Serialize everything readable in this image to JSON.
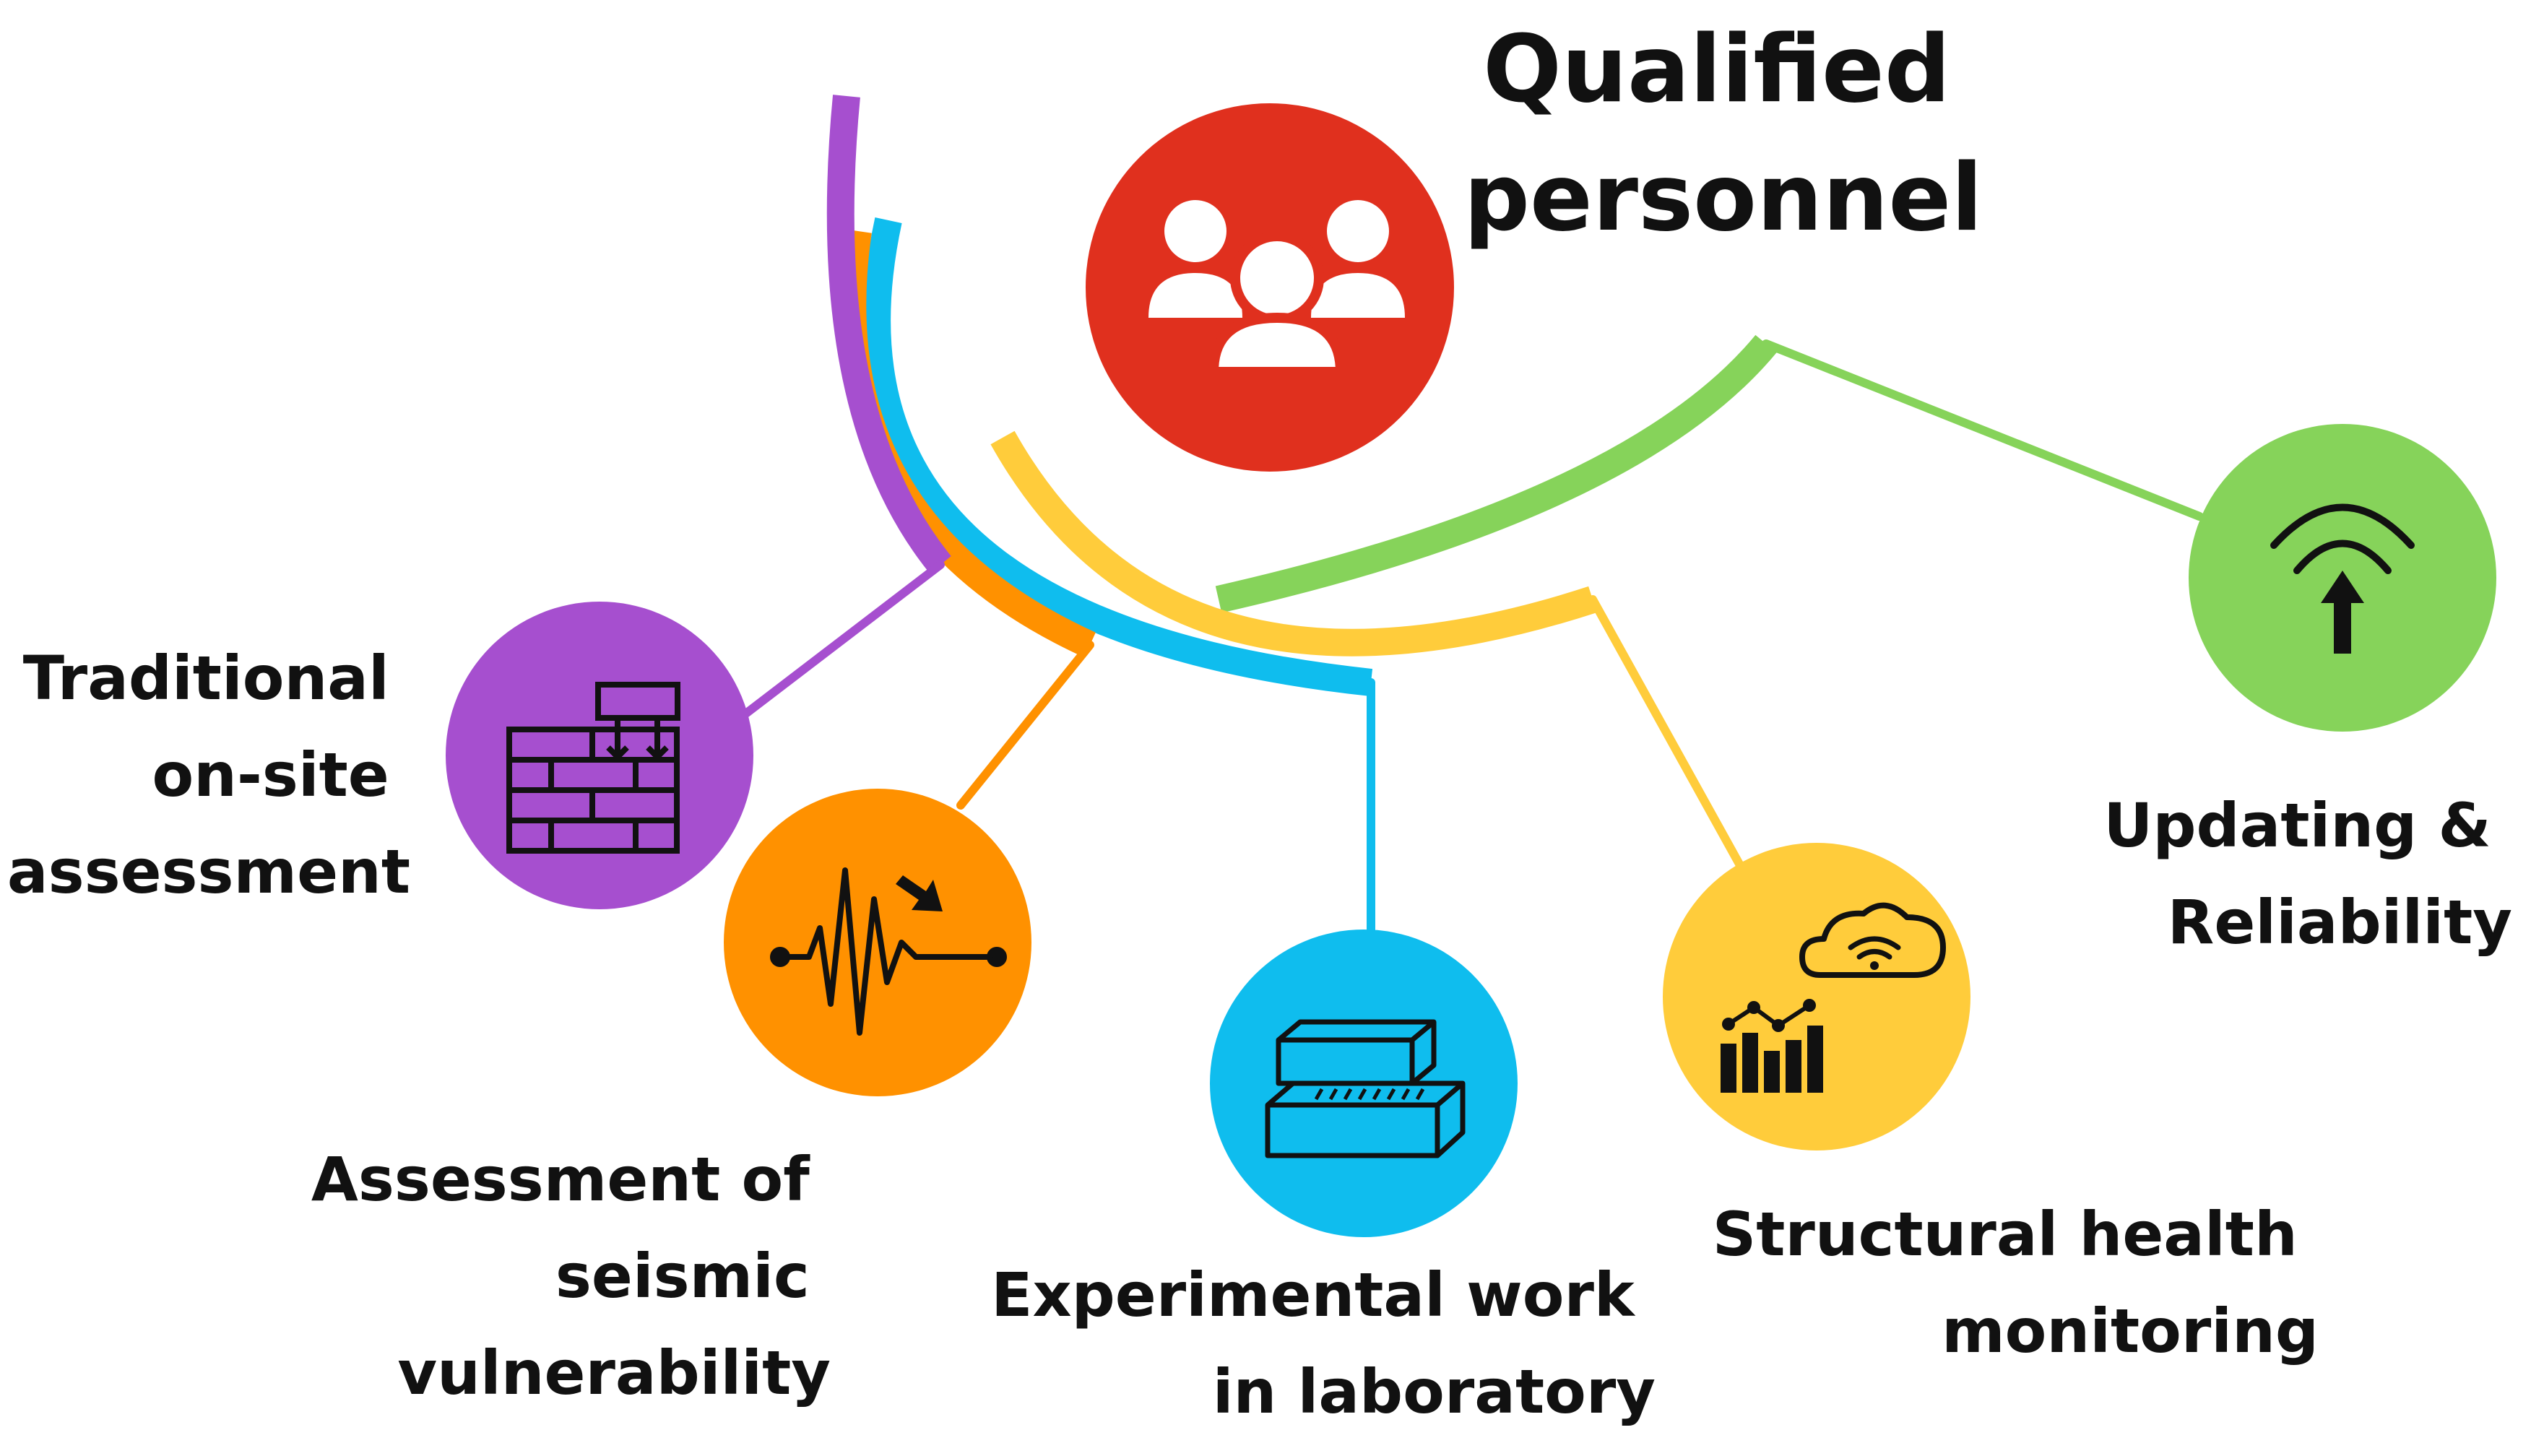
{
  "central": {
    "title_line1": "Qualified",
    "title_line2": "personnel",
    "icon": "people-group-icon",
    "color": "#e0301e"
  },
  "nodes": [
    {
      "id": "traditional",
      "lines": [
        "Traditional",
        "on-site",
        "assessment"
      ],
      "icon": "brick-wall-icon",
      "color": "#a64fcf"
    },
    {
      "id": "seismic",
      "lines": [
        "Assessment of",
        "seismic",
        "vulnerability"
      ],
      "icon": "seismograph-icon",
      "color": "#ff9100"
    },
    {
      "id": "experimental",
      "lines": [
        "Experimental work",
        "in laboratory"
      ],
      "icon": "bricks-icon",
      "color": "#0fbdee"
    },
    {
      "id": "monitoring",
      "lines": [
        "Structural health",
        "monitoring"
      ],
      "icon": "cloud-chart-icon",
      "color": "#ffcc3b"
    },
    {
      "id": "updating",
      "lines": [
        "Updating &",
        "Reliability"
      ],
      "icon": "signal-upload-icon",
      "color": "#86d35a"
    }
  ]
}
